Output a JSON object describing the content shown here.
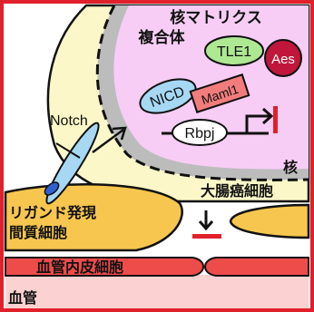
{
  "labels": {
    "matrix_line1": "核マトリクス",
    "matrix_line2": "複合体",
    "tle1": "TLE1",
    "aes": "Aes",
    "nicd": "NICD",
    "maml1": "Maml1",
    "rbpj": "Rbpj",
    "notch": "Notch",
    "nucleus": "核",
    "tumor_cell": "大腸癌細胞",
    "ligand_line1": "リガンド発現",
    "ligand_line2": "間質細胞",
    "endothelial": "血管内皮細胞",
    "vessel": "血管"
  },
  "colors": {
    "frame_red": "#e0202a",
    "cytoplasm_yellow": "#fbf7c8",
    "nucleus_pink": "#f7cdf5",
    "envelope_gray": "#bcbcbc",
    "stroma_orange": "#f6c64e",
    "vessel_pink": "#fcd1d1",
    "endothelium_red": "#ee4b4b",
    "tle1_green": "#aee893",
    "aes_crimson": "#c0163c",
    "nicd_blue": "#a6d8f4",
    "maml1_salmon": "#f27c7c"
  },
  "icons": [
    "notch-receptor-icon",
    "activation-arrow-icon",
    "transcription-start-arrow-icon",
    "repression-bar-icon",
    "inhibition-arrow-icon"
  ]
}
